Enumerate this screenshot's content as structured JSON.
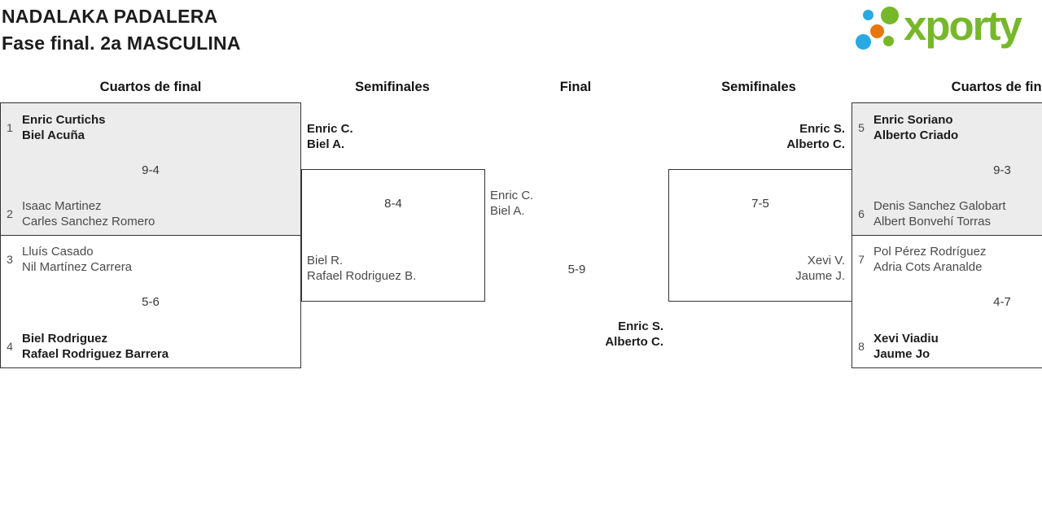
{
  "header": {
    "title": "NADALAKA PADALERA",
    "subtitle": "Fase final. 2a MASCULINA"
  },
  "logo": {
    "brand": "xporty",
    "colors": {
      "green": "#76b82a",
      "blue": "#29a9e1",
      "orange": "#e8770e"
    }
  },
  "rounds": {
    "r1": "Cuartos de final",
    "r2": "Semifinales",
    "r3": "Final",
    "r4": "Semifinales",
    "r5": "Cuartos de final"
  },
  "colors": {
    "box_shade": "#ececec",
    "border": "#333333",
    "winner_text": "#1c1c1c",
    "regular_text": "#4a4a4a"
  },
  "bracket": {
    "qf_left_top": {
      "top": {
        "seed": "1",
        "p1": "Enric Curtichs",
        "p2": "Biel Acuña"
      },
      "score": "9-4",
      "bottom": {
        "seed": "2",
        "p1": "Isaac Martinez",
        "p2": "Carles Sanchez Romero"
      }
    },
    "qf_left_bottom": {
      "top": {
        "seed": "3",
        "p1": "Lluís Casado",
        "p2": "Nil Martínez Carrera"
      },
      "score": "5-6",
      "bottom": {
        "seed": "4",
        "p1": "Biel Rodriguez",
        "p2": "Rafael Rodriguez Barrera"
      }
    },
    "sf_left": {
      "top": {
        "p1": "Enric C.",
        "p2": "Biel A."
      },
      "score": "8-4",
      "bottom": {
        "p1": "Biel R.",
        "p2": "Rafael Rodriguez B."
      }
    },
    "final": {
      "top": {
        "p1": "Enric C.",
        "p2": "Biel A."
      },
      "score": "5-9",
      "bottom": {
        "p1": "Enric S.",
        "p2": "Alberto C."
      }
    },
    "sf_right": {
      "top": {
        "p1": "Enric S.",
        "p2": "Alberto C."
      },
      "score": "7-5",
      "bottom": {
        "p1": "Xevi V.",
        "p2": "Jaume J."
      }
    },
    "qf_right_top": {
      "top": {
        "seed": "5",
        "p1": "Enric Soriano",
        "p2": "Alberto Criado"
      },
      "score": "9-3",
      "bottom": {
        "seed": "6",
        "p1": "Denis Sanchez Galobart",
        "p2": "Albert Bonvehí Torras"
      }
    },
    "qf_right_bottom": {
      "top": {
        "seed": "7",
        "p1": "Pol Pérez Rodríguez",
        "p2": "Adria Cots Aranalde"
      },
      "score": "4-7",
      "bottom": {
        "seed": "8",
        "p1": "Xevi Viadiu",
        "p2": "Jaume Jo"
      }
    }
  }
}
